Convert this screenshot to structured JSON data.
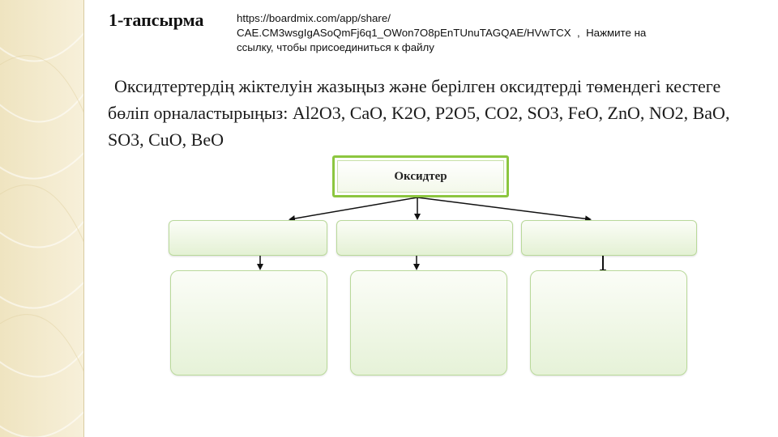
{
  "slide": {
    "task_title": "1-тапсырма",
    "link_line1": "https://boardmix.com/app/share/",
    "link_line2": "CAE.CM3wsgIgASoQmFj6q1_OWon7O8pEnTUnuTAGQAE/HVwTCX",
    "link_sep": "  ,  ",
    "link_note_a": "Нажмите на",
    "link_note_b": "ссылку, чтобы присоединиться к файлу",
    "instructions": "Оксидтертердің жіктелуін жазыңыз және берілген оксидтерді төмендегі кестеге бөліп орналастырыңыз: Al2O3, CaO, K2O, P2O5, CO2, SO3, FeO, ZnO, NO2, BaO, SO3, CuO, BeO"
  },
  "diagram": {
    "root_label": "Оксидтер",
    "accent_color": "#8cc63f",
    "box_fill": "#e4f1d4"
  }
}
